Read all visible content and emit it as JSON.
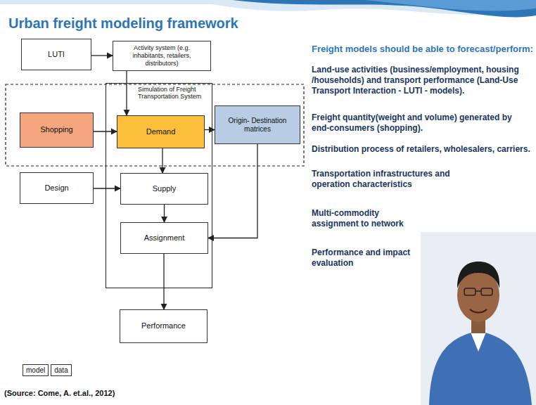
{
  "diagram": {
    "title": "Urban freight modeling framework",
    "caption": "(Source: Come, A. et.al., 2012)",
    "nodes": [
      {
        "text": [
          "LUTI"
        ]
      },
      {
        "text": [
          "Activity system (e.g. inhabitants, retailers, distributors)"
        ]
      },
      {
        "text": [
          "Simulation of Freight Transportation System"
        ]
      },
      {
        "text": [
          "Shopping"
        ]
      },
      {
        "text": [
          "Demand"
        ],
        "in": 2
      },
      {
        "text": [
          "Origin- Destination matrices"
        ]
      },
      {
        "text": [
          "Design"
        ]
      },
      {
        "text": [
          "Supply"
        ],
        "in": 2
      },
      {
        "text": [
          "Assignment"
        ],
        "in": 2
      },
      {
        "text": [
          "Performance"
        ]
      }
    ],
    "edges": [
      {
        "from": 0,
        "to": 1,
        "arrow": "to"
      },
      {
        "from": 1,
        "to": 4,
        "arrow": "to"
      },
      {
        "from": 3,
        "to": 4,
        "arrow": "to"
      },
      {
        "from": 4,
        "to": 5,
        "arrow": "to"
      },
      {
        "from": 4,
        "to": 7,
        "arrow": "to"
      },
      {
        "from": 6,
        "to": 7,
        "arrow": "to"
      },
      {
        "from": 7,
        "to": 8,
        "arrow": "to"
      },
      {
        "from": 5,
        "to": 8,
        "arrow": "to"
      },
      {
        "from": 8,
        "to": 9,
        "arrow": "to"
      }
    ],
    "labels": [
      "Freight models should be able to forecast/perform:",
      "Land-use activities (business/employment, housing /households) and transport performance (Land-Use Transport Interaction - LUTI - models).",
      "Freight quantity(weight and volume) generated by end-consumers (shopping).",
      "Distribution process of retailers, wholesalers, carriers.",
      "Transportation infrastructures and operation characteristics",
      "Multi-commodity assignment to network",
      "Performance and impact evaluation"
    ],
    "legend": [
      {
        "text": "model"
      },
      {
        "text": "data"
      }
    ]
  }
}
